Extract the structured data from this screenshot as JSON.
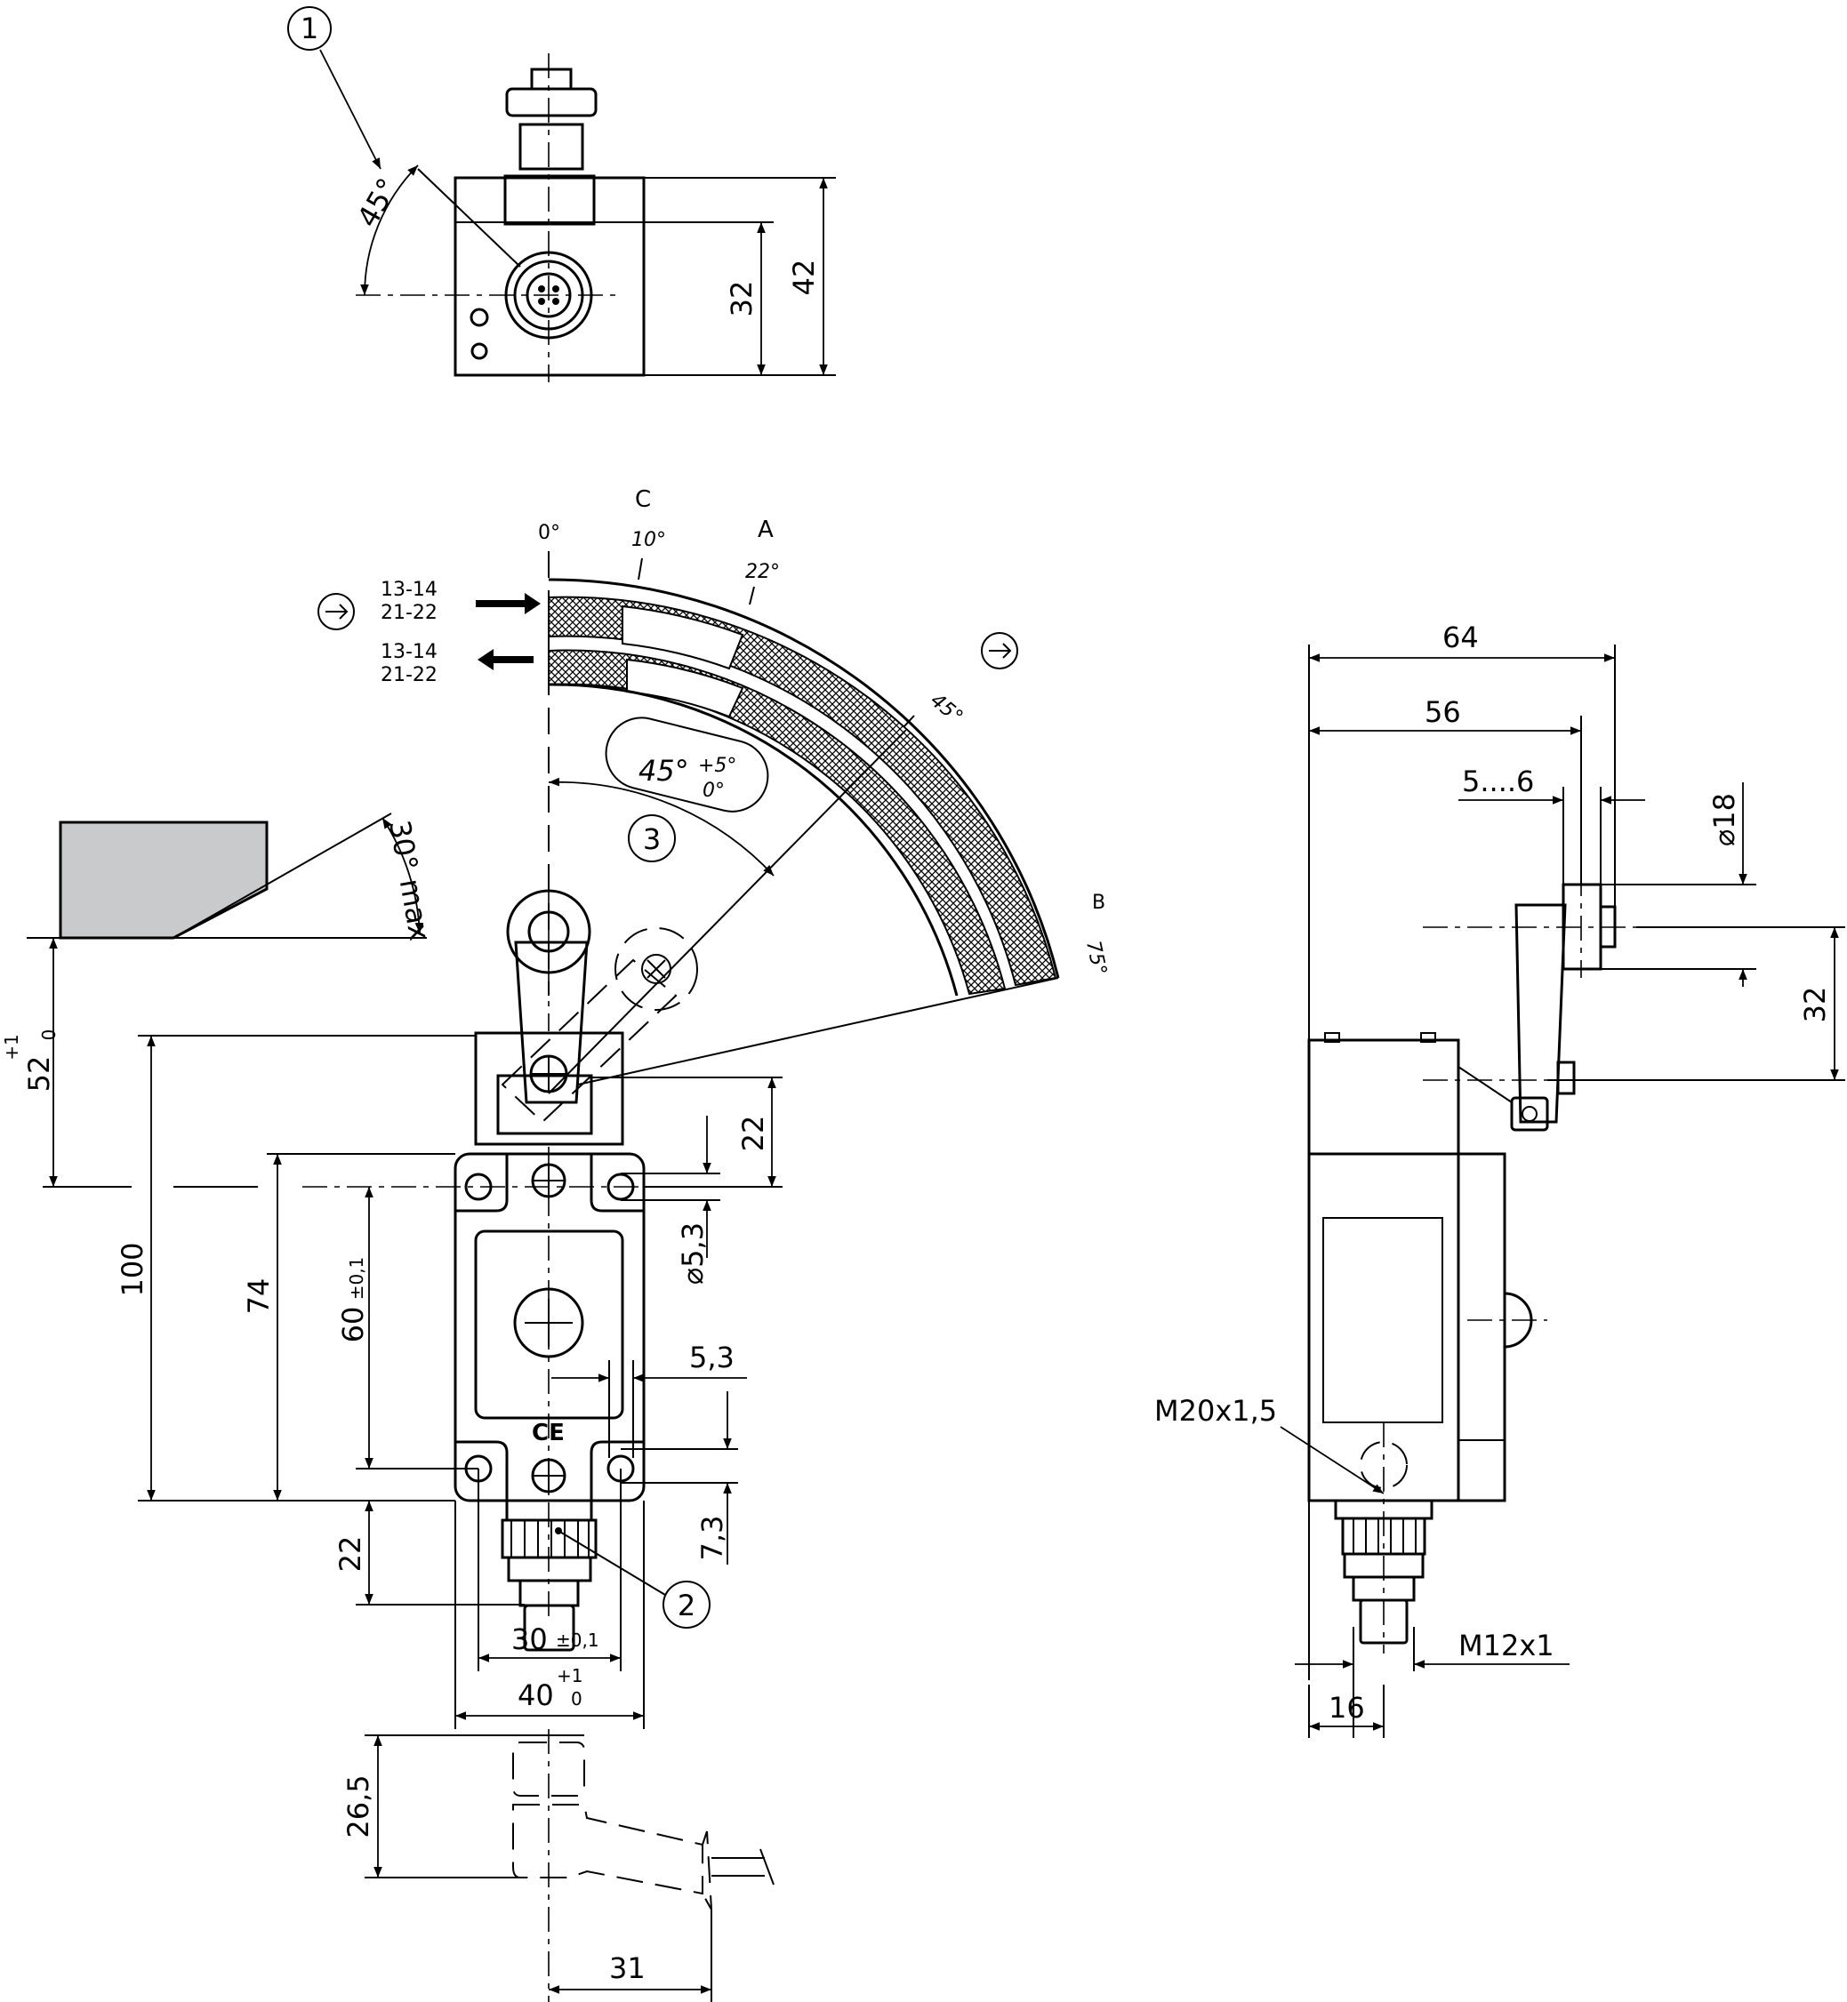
{
  "top_view": {
    "angle_label": "45°",
    "callout_1": "1",
    "dim_32": "32",
    "dim_42": "42"
  },
  "switching_diagram": {
    "label_c": "C",
    "label_a": "A",
    "label_b": "B",
    "angle_0": "0°",
    "angle_10": "10°",
    "angle_22": "22°",
    "angle_45": "45°",
    "angle_75": "75°",
    "contact_row1_line1": "13-14",
    "contact_row1_line2": "21-22",
    "contact_row2_line1": "13-14",
    "contact_row2_line2": "21-22",
    "travel_main": "45°",
    "travel_tol_upper": "+5°",
    "travel_tol_lower": "0°",
    "callout_3": "3"
  },
  "approach": {
    "angle_label": "30° max"
  },
  "front_view": {
    "dim_52": "52",
    "dim_52_tol_upper": "+1",
    "dim_52_tol_lower": "0",
    "dim_100": "100",
    "dim_74": "74",
    "dim_60": "60",
    "dim_60_tol": "±0,1",
    "dim_22_top": "22",
    "dim_d53": "⌀5,3",
    "dim_53": "5,3",
    "dim_73": "7,3",
    "dim_22_bottom": "22",
    "dim_30": "30",
    "dim_30_tol": "±0,1",
    "dim_40": "40",
    "dim_40_tol_upper": "+1",
    "dim_40_tol_lower": "0",
    "callout_2": "2",
    "ce_mark": "CE"
  },
  "connector_view": {
    "dim_265": "26,5",
    "dim_31": "31"
  },
  "side_view": {
    "dim_64": "64",
    "dim_56": "56",
    "dim_56_range": "5....6",
    "dim_d18": "⌀18",
    "dim_32": "32",
    "thread_m20": "M20x1,5",
    "thread_m12": "M12x1",
    "dim_16": "16"
  }
}
